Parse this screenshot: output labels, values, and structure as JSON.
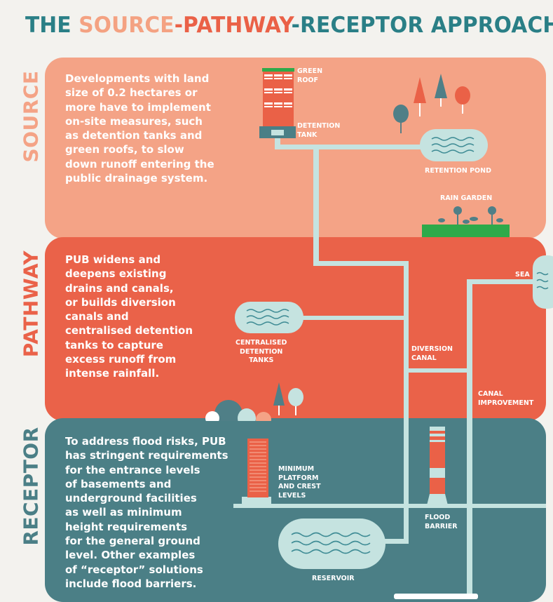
{
  "title": {
    "part1": "THE ",
    "source": "SOURCE",
    "dash1": "-",
    "pathway": "PATHWAY",
    "dash2": "-",
    "rest": "RECEPTOR APPROACH"
  },
  "sections": {
    "source": {
      "label": "SOURCE",
      "lines": [
        "Developments with land",
        "size of 0.2 hectares or",
        "more have to implement",
        "on-site measures, such",
        "as detention tanks and",
        "green roofs, to slow",
        "down runoff entering the",
        "public drainage system."
      ]
    },
    "pathway": {
      "label": "PATHWAY",
      "lines": [
        "PUB widens and",
        "deepens existing",
        "drains and canals,",
        "or builds diversion",
        "canals and",
        "centralised detention",
        "tanks to capture",
        "excess runoff from",
        "intense rainfall."
      ]
    },
    "receptor": {
      "label": "RECEPTOR",
      "lines": [
        "To address flood risks, PUB",
        "has stringent requirements",
        "for the entrance levels",
        "of basements and",
        "underground facilities",
        "as well as minimum",
        "height requirements",
        "for the general ground",
        "level. Other examples",
        "of “receptor” solutions",
        "include flood barriers."
      ]
    }
  },
  "labels": {
    "green_roof": [
      "GREEN",
      "ROOF"
    ],
    "detention_tank": [
      "DETENTION",
      "TANK"
    ],
    "retention_pond": [
      "RETENTION POND"
    ],
    "rain_garden": [
      "RAIN GARDEN"
    ],
    "sea": [
      "SEA"
    ],
    "centralised_tanks": [
      "CENTRALISED",
      "DETENTION",
      "TANKS"
    ],
    "diversion_canal": [
      "DIVERSION",
      "CANAL"
    ],
    "canal_improvement": [
      "CANAL",
      "IMPROVEMENT"
    ],
    "min_platform": [
      "MINIMUM",
      "PLATFORM",
      "AND CREST",
      "LEVELS"
    ],
    "flood_barrier": [
      "FLOOD",
      "BARRIER"
    ],
    "reservoir": [
      "RESERVOIR"
    ]
  },
  "colors": {
    "teal_title": "#2a7f86",
    "source_band": "#f4a386",
    "pathway_band": "#ea6249",
    "receptor_band": "#4b7f86",
    "pipe": "#c5e3e0",
    "building": "#ea6147",
    "green": "#2eaa4a"
  }
}
